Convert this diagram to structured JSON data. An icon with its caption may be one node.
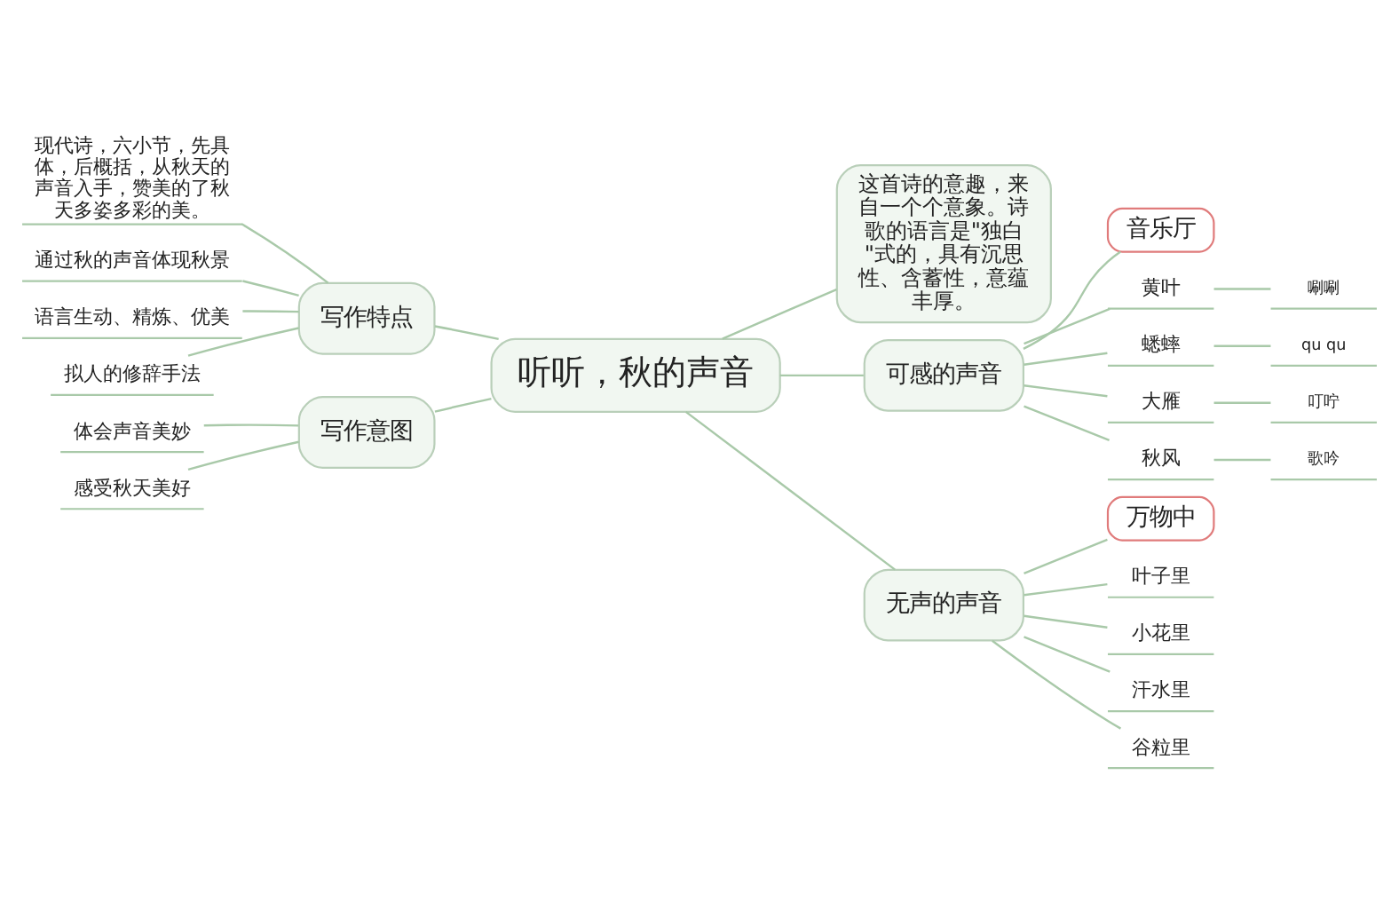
{
  "diagram": {
    "nodes": [
      {
        "text": [
          "听听，秋的声音"
        ]
      },
      {
        "text": [
          "这首诗的意趣，来自一个个意象。诗歌的语言是\"独白\"式的，具有沉思性、含蓄性，意蕴丰厚。"
        ]
      },
      {
        "text": [
          "写作特点"
        ]
      },
      {
        "text": [
          "现代诗，六小节，先具体，后概括，从秋天的声音入手，赞美的了秋天多姿多彩的美。"
        ]
      },
      {
        "text": [
          "通过秋的声音体现秋景"
        ]
      },
      {
        "text": [
          "语言生动、精炼、优美"
        ]
      },
      {
        "text": [
          "拟人的修辞手法"
        ]
      },
      {
        "text": [
          "写作意图"
        ]
      },
      {
        "text": [
          "体会声音美妙"
        ]
      },
      {
        "text": [
          "感受秋天美好"
        ]
      },
      {
        "text": [
          "可感的声音"
        ]
      },
      {
        "text": [
          "音乐厅"
        ]
      },
      {
        "text": [
          "黄叶"
        ]
      },
      {
        "text": [
          "唰唰"
        ]
      },
      {
        "text": [
          "蟋蟀"
        ]
      },
      {
        "text": [
          "qu qu"
        ]
      },
      {
        "text": [
          "大雁"
        ]
      },
      {
        "text": [
          "叮咛"
        ]
      },
      {
        "text": [
          "秋风"
        ]
      },
      {
        "text": [
          "歌吟"
        ]
      },
      {
        "text": [
          "无声的声音"
        ]
      },
      {
        "text": [
          "万物中"
        ]
      },
      {
        "text": [
          "叶子里"
        ]
      },
      {
        "text": [
          "小花里"
        ]
      },
      {
        "text": [
          "汗水里"
        ]
      },
      {
        "text": [
          "谷粒里"
        ]
      }
    ],
    "edges": [
      {
        "from": 0,
        "to": 1,
        "arrow": "none"
      },
      {
        "from": 0,
        "to": 2,
        "arrow": "none"
      },
      {
        "from": 2,
        "to": 3,
        "arrow": "none"
      },
      {
        "from": 2,
        "to": 4,
        "arrow": "none"
      },
      {
        "from": 2,
        "to": 5,
        "arrow": "none"
      },
      {
        "from": 2,
        "to": 6,
        "arrow": "none"
      },
      {
        "from": 0,
        "to": 7,
        "arrow": "none"
      },
      {
        "from": 7,
        "to": 8,
        "arrow": "none"
      },
      {
        "from": 7,
        "to": 9,
        "arrow": "none"
      },
      {
        "from": 0,
        "to": 10,
        "arrow": "none"
      },
      {
        "from": 10,
        "to": 11,
        "arrow": "none"
      },
      {
        "from": 10,
        "to": 12,
        "arrow": "none"
      },
      {
        "from": 12,
        "to": 13,
        "arrow": "none"
      },
      {
        "from": 10,
        "to": 14,
        "arrow": "none"
      },
      {
        "from": 14,
        "to": 15,
        "arrow": "none"
      },
      {
        "from": 10,
        "to": 16,
        "arrow": "none"
      },
      {
        "from": 16,
        "to": 17,
        "arrow": "none"
      },
      {
        "from": 10,
        "to": 18,
        "arrow": "none"
      },
      {
        "from": 18,
        "to": 19,
        "arrow": "none"
      },
      {
        "from": 0,
        "to": 20,
        "arrow": "none"
      },
      {
        "from": 20,
        "to": 21,
        "arrow": "none"
      },
      {
        "from": 20,
        "to": 22,
        "arrow": "none"
      },
      {
        "from": 20,
        "to": 23,
        "arrow": "none"
      },
      {
        "from": 20,
        "to": 24,
        "arrow": "none"
      },
      {
        "from": 20,
        "to": 25,
        "arrow": "none"
      }
    ]
  }
}
